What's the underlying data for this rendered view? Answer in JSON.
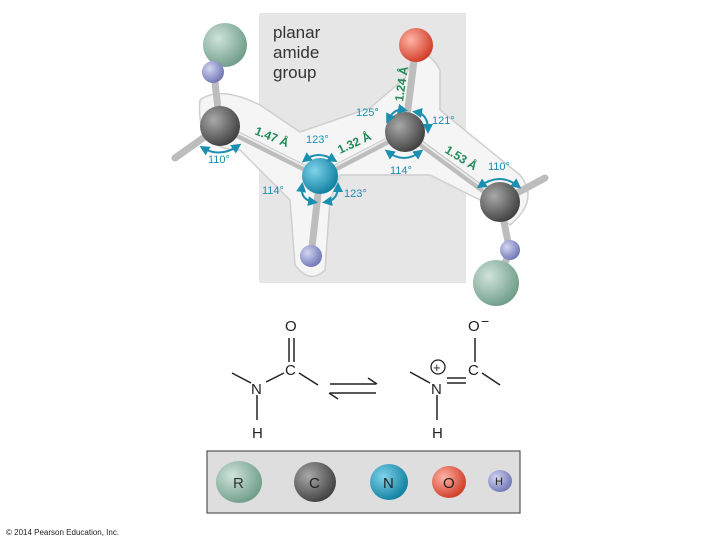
{
  "figure": {
    "title_lines": [
      "planar",
      "amide",
      "group"
    ],
    "bond_lengths": [
      "1.47 Å",
      "1.32 Å",
      "1.24 Å",
      "1.53 Å"
    ],
    "angles": [
      "110°",
      "123°",
      "114°",
      "123°",
      "125°",
      "121°",
      "114°",
      "110°"
    ],
    "colors": {
      "highlight": "#e4e4e4",
      "angle_arrow": "#1a8fb0",
      "label_text": "#1a8fb0",
      "R": "#8fb8a6",
      "C": "#6b6b6b",
      "N": "#1a9fc2",
      "O": "#e8533f",
      "H": "#8f95cf"
    }
  },
  "resonance": {
    "left": {
      "O": "O",
      "C": "C",
      "N": "N",
      "H": "H"
    },
    "right": {
      "O": "O",
      "O_charge": "−",
      "C": "C",
      "N": "N",
      "N_charge": "+",
      "H": "H"
    }
  },
  "legend": {
    "items": [
      {
        "label": "R",
        "color": "#8fb8a6"
      },
      {
        "label": "C",
        "color": "#6b6b6b"
      },
      {
        "label": "N",
        "color": "#1a9fc2"
      },
      {
        "label": "O",
        "color": "#e8533f"
      },
      {
        "label": "H",
        "color": "#8f95cf"
      }
    ]
  },
  "copyright": "© 2014 Pearson Education, Inc."
}
